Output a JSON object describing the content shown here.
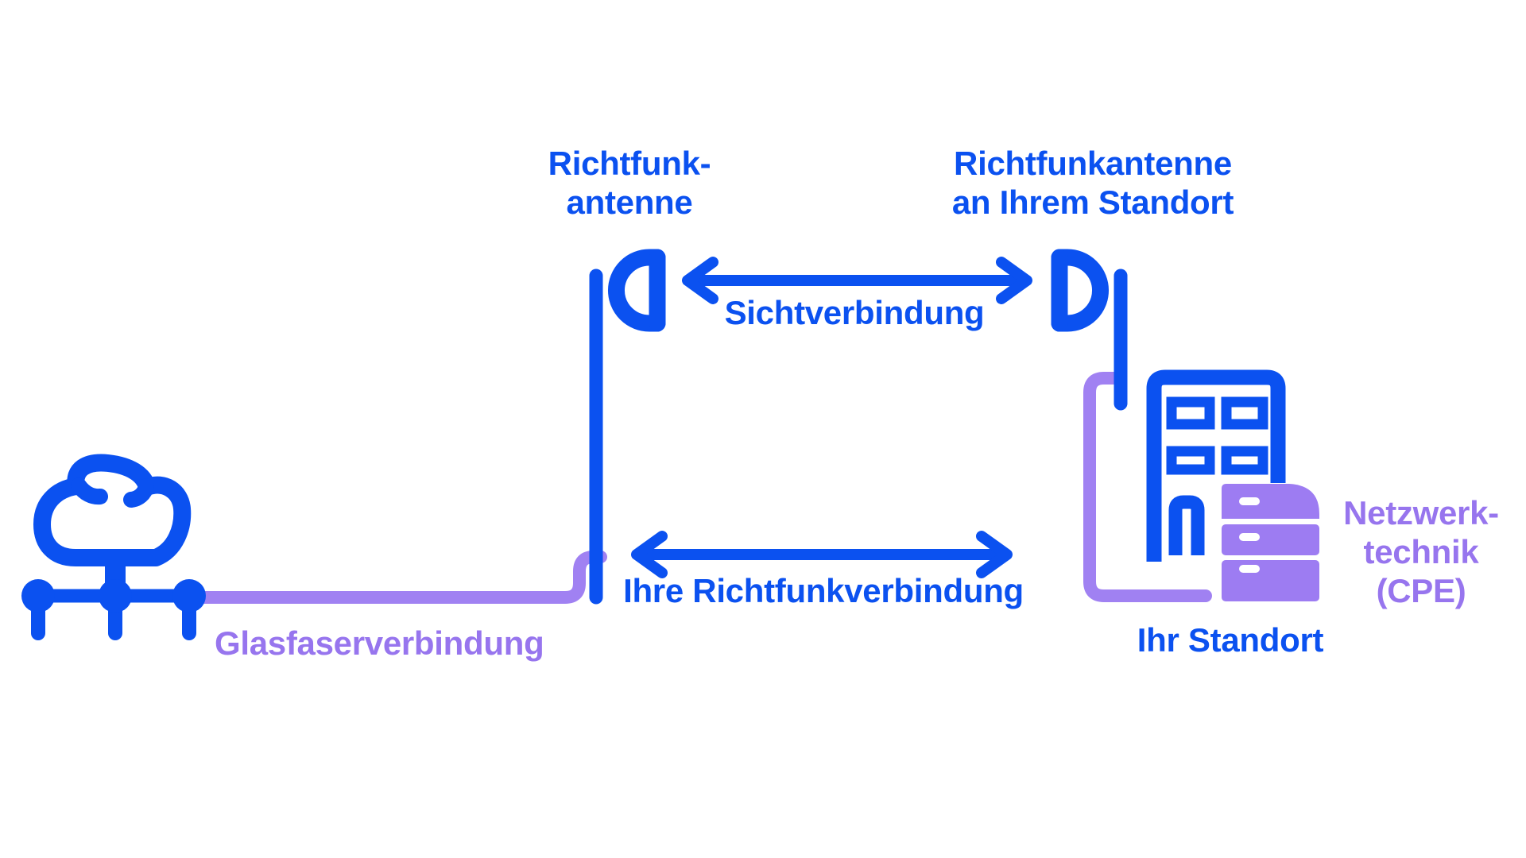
{
  "colors": {
    "background": "#ffffff",
    "blue": "#0b51f0",
    "purple_text": "#9775ee",
    "purple_line": "#a081f2",
    "purple_fill": "#9d7cf2"
  },
  "labels": {
    "left_antenna_1": "Richtfunk-",
    "left_antenna_2": "antenne",
    "right_antenna_1": "Richtfunkantenne",
    "right_antenna_2": "an Ihrem Standort",
    "sight_link": "Sichtverbindung",
    "radio_link": "Ihre Richtfunkverbindung",
    "fiber_link": "Glasfaserverbindung",
    "site": "Ihr Standort",
    "cpe_1": "Netzwerk-",
    "cpe_2": "technik",
    "cpe_3": "(CPE)"
  }
}
